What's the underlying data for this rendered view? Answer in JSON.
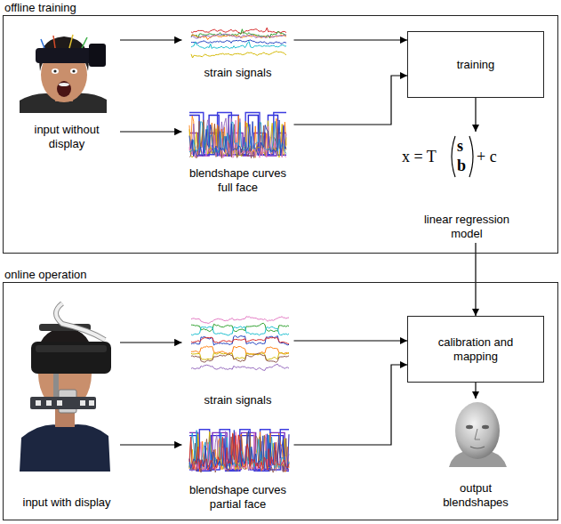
{
  "diagram": {
    "nodes": [
      {
        "text": [
          "offline training"
        ]
      },
      {
        "text": [
          "input without display"
        ],
        "in": 0
      },
      {
        "text": [
          "strain signals"
        ],
        "in": 0
      },
      {
        "text": [
          "blendshape curves full face"
        ],
        "in": 0
      },
      {
        "text": [
          "training"
        ],
        "in": 0
      },
      {
        "text": [
          "x = T",
          "s",
          "b",
          "+ c",
          "linear regression model"
        ],
        "in": 0
      },
      {
        "text": [
          "online operation"
        ]
      },
      {
        "text": [
          "input with display"
        ],
        "in": 6
      },
      {
        "text": [
          "strain signals"
        ],
        "in": 6
      },
      {
        "text": [
          "blendshape curves partial face"
        ],
        "in": 6
      },
      {
        "text": [
          "calibration and mapping"
        ],
        "in": 6
      },
      {
        "text": [
          "output blendshapes"
        ],
        "in": 6
      }
    ],
    "edges": [
      {
        "from": 1,
        "to": 2,
        "arrow": "to"
      },
      {
        "from": 1,
        "to": 3,
        "arrow": "to"
      },
      {
        "from": 2,
        "to": 4,
        "arrow": "to"
      },
      {
        "from": 3,
        "to": 4,
        "arrow": "to"
      },
      {
        "from": 4,
        "to": 5,
        "arrow": "to"
      },
      {
        "from": 5,
        "to": 10,
        "arrow": "to"
      },
      {
        "from": 7,
        "to": 8,
        "arrow": "to"
      },
      {
        "from": 7,
        "to": 9,
        "arrow": "to"
      },
      {
        "from": 8,
        "to": 10,
        "arrow": "to"
      },
      {
        "from": 9,
        "to": 10,
        "arrow": "to"
      },
      {
        "from": 10,
        "to": 11,
        "arrow": "to"
      }
    ]
  }
}
